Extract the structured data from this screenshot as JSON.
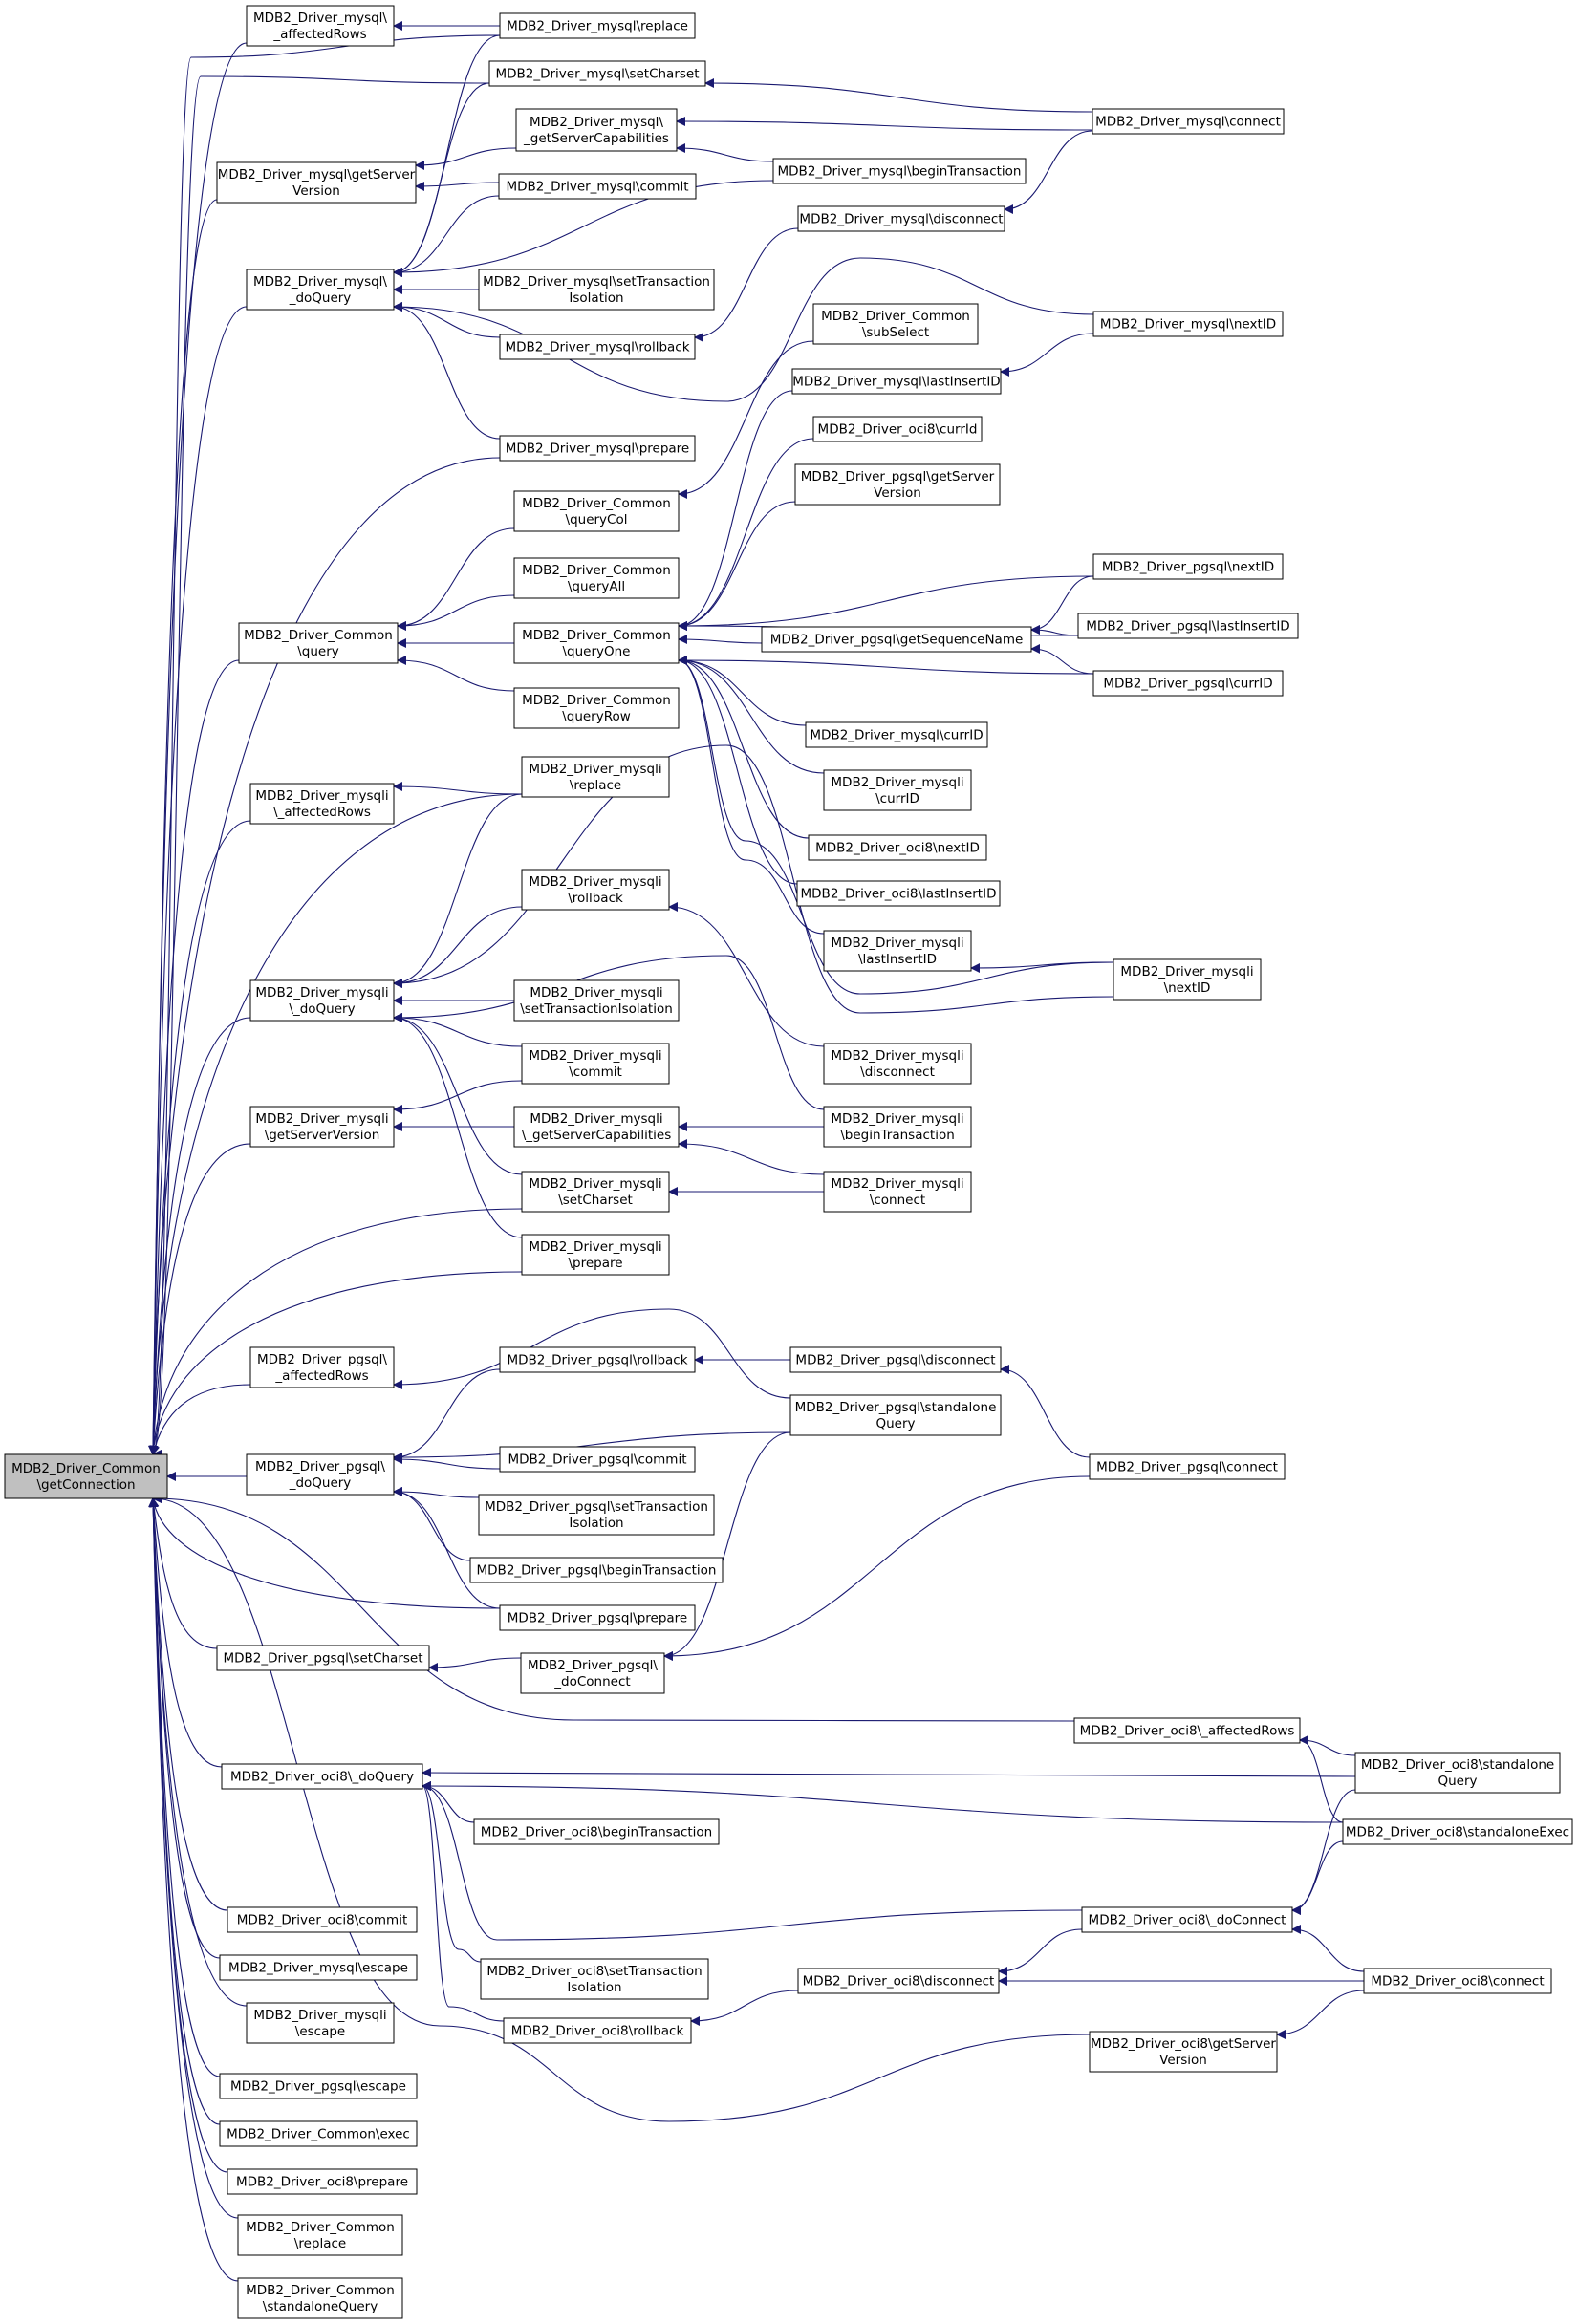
{
  "root": "root",
  "nodes": [
    {
      "id": "root",
      "lines": [
        "MDB2_Driver_Common",
        "\\getConnection"
      ]
    },
    {
      "id": "mysql_affectedRows",
      "lines": [
        "MDB2_Driver_mysql\\",
        "_affectedRows"
      ]
    },
    {
      "id": "mysql_replace",
      "lines": [
        "MDB2_Driver_mysql\\replace"
      ]
    },
    {
      "id": "mysql_setCharset",
      "lines": [
        "MDB2_Driver_mysql\\setCharset"
      ]
    },
    {
      "id": "mysql_getServerCapabilities",
      "lines": [
        "MDB2_Driver_mysql\\",
        "_getServerCapabilities"
      ]
    },
    {
      "id": "mysql_connect",
      "lines": [
        "MDB2_Driver_mysql\\connect"
      ]
    },
    {
      "id": "mysql_getServerVersion",
      "lines": [
        "MDB2_Driver_mysql\\getServer",
        "Version"
      ]
    },
    {
      "id": "mysql_beginTransaction",
      "lines": [
        "MDB2_Driver_mysql\\beginTransaction"
      ]
    },
    {
      "id": "mysql_commit",
      "lines": [
        "MDB2_Driver_mysql\\commit"
      ]
    },
    {
      "id": "mysql_disconnect",
      "lines": [
        "MDB2_Driver_mysql\\disconnect"
      ]
    },
    {
      "id": "mysql_doQuery",
      "lines": [
        "MDB2_Driver_mysql\\",
        "_doQuery"
      ]
    },
    {
      "id": "mysql_setTransactionIsolation",
      "lines": [
        "MDB2_Driver_mysql\\setTransaction",
        "Isolation"
      ]
    },
    {
      "id": "mysql_rollback",
      "lines": [
        "MDB2_Driver_mysql\\rollback"
      ]
    },
    {
      "id": "common_subSelect",
      "lines": [
        "MDB2_Driver_Common",
        "\\subSelect"
      ]
    },
    {
      "id": "mysql_nextID",
      "lines": [
        "MDB2_Driver_mysql\\nextID"
      ]
    },
    {
      "id": "mysql_lastInsertID",
      "lines": [
        "MDB2_Driver_mysql\\lastInsertID"
      ]
    },
    {
      "id": "oci8_currId",
      "lines": [
        "MDB2_Driver_oci8\\currId"
      ]
    },
    {
      "id": "mysql_prepare",
      "lines": [
        "MDB2_Driver_mysql\\prepare"
      ]
    },
    {
      "id": "pgsql_getServerVersion",
      "lines": [
        "MDB2_Driver_pgsql\\getServer",
        "Version"
      ]
    },
    {
      "id": "common_queryCol",
      "lines": [
        "MDB2_Driver_Common",
        "\\queryCol"
      ]
    },
    {
      "id": "common_queryAll",
      "lines": [
        "MDB2_Driver_Common",
        "\\queryAll"
      ]
    },
    {
      "id": "pgsql_nextID",
      "lines": [
        "MDB2_Driver_pgsql\\nextID"
      ]
    },
    {
      "id": "common_query",
      "lines": [
        "MDB2_Driver_Common",
        "\\query"
      ]
    },
    {
      "id": "common_queryOne",
      "lines": [
        "MDB2_Driver_Common",
        "\\queryOne"
      ]
    },
    {
      "id": "pgsql_getSequenceName",
      "lines": [
        "MDB2_Driver_pgsql\\getSequenceName"
      ]
    },
    {
      "id": "pgsql_lastInsertID",
      "lines": [
        "MDB2_Driver_pgsql\\lastInsertID"
      ]
    },
    {
      "id": "pgsql_currID",
      "lines": [
        "MDB2_Driver_pgsql\\currID"
      ]
    },
    {
      "id": "common_queryRow",
      "lines": [
        "MDB2_Driver_Common",
        "\\queryRow"
      ]
    },
    {
      "id": "mysql_currID",
      "lines": [
        "MDB2_Driver_mysql\\currID"
      ]
    },
    {
      "id": "mysqli_affectedRows",
      "lines": [
        "MDB2_Driver_mysqli",
        "\\_affectedRows"
      ]
    },
    {
      "id": "mysqli_replace",
      "lines": [
        "MDB2_Driver_mysqli",
        "\\replace"
      ]
    },
    {
      "id": "mysqli_currID",
      "lines": [
        "MDB2_Driver_mysqli",
        "\\currID"
      ]
    },
    {
      "id": "oci8_nextID",
      "lines": [
        "MDB2_Driver_oci8\\nextID"
      ]
    },
    {
      "id": "mysqli_rollback",
      "lines": [
        "MDB2_Driver_mysqli",
        "\\rollback"
      ]
    },
    {
      "id": "oci8_lastInsertID",
      "lines": [
        "MDB2_Driver_oci8\\lastInsertID"
      ]
    },
    {
      "id": "mysqli_lastInsertID",
      "lines": [
        "MDB2_Driver_mysqli",
        "\\lastInsertID"
      ]
    },
    {
      "id": "mysqli_nextID",
      "lines": [
        "MDB2_Driver_mysqli",
        "\\nextID"
      ]
    },
    {
      "id": "mysqli_doQuery",
      "lines": [
        "MDB2_Driver_mysqli",
        "\\_doQuery"
      ]
    },
    {
      "id": "mysqli_setTransactionIsolation",
      "lines": [
        "MDB2_Driver_mysqli",
        "\\setTransactionIsolation"
      ]
    },
    {
      "id": "mysqli_commit",
      "lines": [
        "MDB2_Driver_mysqli",
        "\\commit"
      ]
    },
    {
      "id": "mysqli_disconnect",
      "lines": [
        "MDB2_Driver_mysqli",
        "\\disconnect"
      ]
    },
    {
      "id": "mysqli_getServerVersion",
      "lines": [
        "MDB2_Driver_mysqli",
        "\\getServerVersion"
      ]
    },
    {
      "id": "mysqli_getServerCapabilities",
      "lines": [
        "MDB2_Driver_mysqli",
        "\\_getServerCapabilities"
      ]
    },
    {
      "id": "mysqli_beginTransaction",
      "lines": [
        "MDB2_Driver_mysqli",
        "\\beginTransaction"
      ]
    },
    {
      "id": "mysqli_setCharset",
      "lines": [
        "MDB2_Driver_mysqli",
        "\\setCharset"
      ]
    },
    {
      "id": "mysqli_connect",
      "lines": [
        "MDB2_Driver_mysqli",
        "\\connect"
      ]
    },
    {
      "id": "mysqli_prepare",
      "lines": [
        "MDB2_Driver_mysqli",
        "\\prepare"
      ]
    },
    {
      "id": "pgsql_affectedRows",
      "lines": [
        "MDB2_Driver_pgsql\\",
        "_affectedRows"
      ]
    },
    {
      "id": "pgsql_rollback",
      "lines": [
        "MDB2_Driver_pgsql\\rollback"
      ]
    },
    {
      "id": "pgsql_disconnect",
      "lines": [
        "MDB2_Driver_pgsql\\disconnect"
      ]
    },
    {
      "id": "pgsql_standaloneQuery",
      "lines": [
        "MDB2_Driver_pgsql\\standalone",
        "Query"
      ]
    },
    {
      "id": "pgsql_doQuery",
      "lines": [
        "MDB2_Driver_pgsql\\",
        "_doQuery"
      ]
    },
    {
      "id": "pgsql_commit",
      "lines": [
        "MDB2_Driver_pgsql\\commit"
      ]
    },
    {
      "id": "pgsql_connect",
      "lines": [
        "MDB2_Driver_pgsql\\connect"
      ]
    },
    {
      "id": "pgsql_setTransactionIsolation",
      "lines": [
        "MDB2_Driver_pgsql\\setTransaction",
        "Isolation"
      ]
    },
    {
      "id": "pgsql_beginTransaction",
      "lines": [
        "MDB2_Driver_pgsql\\beginTransaction"
      ]
    },
    {
      "id": "pgsql_prepare",
      "lines": [
        "MDB2_Driver_pgsql\\prepare"
      ]
    },
    {
      "id": "pgsql_setCharset",
      "lines": [
        "MDB2_Driver_pgsql\\setCharset"
      ]
    },
    {
      "id": "pgsql_doConnect",
      "lines": [
        "MDB2_Driver_pgsql\\",
        "_doConnect"
      ]
    },
    {
      "id": "oci8_affectedRows",
      "lines": [
        "MDB2_Driver_oci8\\_affectedRows"
      ]
    },
    {
      "id": "oci8_doQuery",
      "lines": [
        "MDB2_Driver_oci8\\_doQuery"
      ]
    },
    {
      "id": "oci8_standaloneQuery",
      "lines": [
        "MDB2_Driver_oci8\\standalone",
        "Query"
      ]
    },
    {
      "id": "oci8_standaloneExec",
      "lines": [
        "MDB2_Driver_oci8\\standaloneExec"
      ]
    },
    {
      "id": "oci8_beginTransaction",
      "lines": [
        "MDB2_Driver_oci8\\beginTransaction"
      ]
    },
    {
      "id": "oci8_commit",
      "lines": [
        "MDB2_Driver_oci8\\commit"
      ]
    },
    {
      "id": "oci8_doConnect",
      "lines": [
        "MDB2_Driver_oci8\\_doConnect"
      ]
    },
    {
      "id": "mysql_escape",
      "lines": [
        "MDB2_Driver_mysql\\escape"
      ]
    },
    {
      "id": "oci8_setTransactionIsolation",
      "lines": [
        "MDB2_Driver_oci8\\setTransaction",
        "Isolation"
      ]
    },
    {
      "id": "oci8_disconnect",
      "lines": [
        "MDB2_Driver_oci8\\disconnect"
      ]
    },
    {
      "id": "oci8_connect",
      "lines": [
        "MDB2_Driver_oci8\\connect"
      ]
    },
    {
      "id": "mysqli_escape",
      "lines": [
        "MDB2_Driver_mysqli",
        "\\escape"
      ]
    },
    {
      "id": "oci8_rollback",
      "lines": [
        "MDB2_Driver_oci8\\rollback"
      ]
    },
    {
      "id": "oci8_getServerVersion",
      "lines": [
        "MDB2_Driver_oci8\\getServer",
        "Version"
      ]
    },
    {
      "id": "pgsql_escape",
      "lines": [
        "MDB2_Driver_pgsql\\escape"
      ]
    },
    {
      "id": "common_exec",
      "lines": [
        "MDB2_Driver_Common\\exec"
      ]
    },
    {
      "id": "oci8_prepare",
      "lines": [
        "MDB2_Driver_oci8\\prepare"
      ]
    },
    {
      "id": "common_replace",
      "lines": [
        "MDB2_Driver_Common",
        "\\replace"
      ]
    },
    {
      "id": "common_standaloneQuery",
      "lines": [
        "MDB2_Driver_Common",
        "\\standaloneQuery"
      ]
    }
  ],
  "edges": [
    [
      "root",
      "mysql_affectedRows"
    ],
    [
      "root",
      "mysql_replace"
    ],
    [
      "root",
      "mysql_setCharset"
    ],
    [
      "root",
      "mysql_getServerVersion"
    ],
    [
      "root",
      "mysql_doQuery"
    ],
    [
      "root",
      "mysql_prepare"
    ],
    [
      "root",
      "common_query"
    ],
    [
      "root",
      "mysqli_affectedRows"
    ],
    [
      "root",
      "mysqli_replace"
    ],
    [
      "root",
      "mysqli_doQuery"
    ],
    [
      "root",
      "mysqli_getServerVersion"
    ],
    [
      "root",
      "mysqli_setCharset"
    ],
    [
      "root",
      "mysqli_prepare"
    ],
    [
      "root",
      "pgsql_affectedRows"
    ],
    [
      "root",
      "pgsql_doQuery"
    ],
    [
      "root",
      "pgsql_prepare"
    ],
    [
      "root",
      "pgsql_setCharset"
    ],
    [
      "root",
      "oci8_affectedRows"
    ],
    [
      "root",
      "oci8_doQuery"
    ],
    [
      "root",
      "oci8_commit"
    ],
    [
      "root",
      "mysql_escape"
    ],
    [
      "root",
      "mysqli_escape"
    ],
    [
      "root",
      "oci8_getServerVersion"
    ],
    [
      "root",
      "pgsql_escape"
    ],
    [
      "root",
      "common_exec"
    ],
    [
      "root",
      "oci8_prepare"
    ],
    [
      "root",
      "common_replace"
    ],
    [
      "root",
      "common_standaloneQuery"
    ],
    [
      "mysql_affectedRows",
      "mysql_replace"
    ],
    [
      "mysql_getServerVersion",
      "mysql_getServerCapabilities"
    ],
    [
      "mysql_getServerVersion",
      "mysql_commit"
    ],
    [
      "mysql_getServerCapabilities",
      "mysql_connect"
    ],
    [
      "mysql_getServerCapabilities",
      "mysql_beginTransaction"
    ],
    [
      "mysql_setCharset",
      "mysql_connect"
    ],
    [
      "mysql_doQuery",
      "mysql_replace"
    ],
    [
      "mysql_doQuery",
      "mysql_setCharset"
    ],
    [
      "mysql_doQuery",
      "mysql_commit"
    ],
    [
      "mysql_doQuery",
      "mysql_beginTransaction"
    ],
    [
      "mysql_doQuery",
      "mysql_setTransactionIsolation"
    ],
    [
      "mysql_doQuery",
      "mysql_rollback"
    ],
    [
      "mysql_doQuery",
      "mysql_nextID"
    ],
    [
      "mysql_doQuery",
      "mysql_prepare"
    ],
    [
      "mysql_rollback",
      "mysql_disconnect"
    ],
    [
      "mysql_disconnect",
      "mysql_connect"
    ],
    [
      "mysql_lastInsertID",
      "mysql_nextID"
    ],
    [
      "common_query",
      "common_queryCol"
    ],
    [
      "common_query",
      "common_queryAll"
    ],
    [
      "common_query",
      "common_queryOne"
    ],
    [
      "common_query",
      "common_queryRow"
    ],
    [
      "common_queryCol",
      "common_subSelect"
    ],
    [
      "common_queryOne",
      "mysql_lastInsertID"
    ],
    [
      "common_queryOne",
      "oci8_currId"
    ],
    [
      "common_queryOne",
      "pgsql_getServerVersion"
    ],
    [
      "common_queryOne",
      "pgsql_nextID"
    ],
    [
      "common_queryOne",
      "pgsql_getSequenceName"
    ],
    [
      "common_queryOne",
      "pgsql_lastInsertID"
    ],
    [
      "common_queryOne",
      "pgsql_currID"
    ],
    [
      "common_queryOne",
      "mysql_currID"
    ],
    [
      "common_queryOne",
      "mysqli_currID"
    ],
    [
      "common_queryOne",
      "oci8_nextID"
    ],
    [
      "common_queryOne",
      "oci8_lastInsertID"
    ],
    [
      "common_queryOne",
      "mysqli_lastInsertID"
    ],
    [
      "common_queryOne",
      "mysqli_nextID"
    ],
    [
      "pgsql_getSequenceName",
      "pgsql_nextID"
    ],
    [
      "pgsql_getSequenceName",
      "pgsql_lastInsertID"
    ],
    [
      "pgsql_getSequenceName",
      "pgsql_currID"
    ],
    [
      "mysqli_lastInsertID",
      "mysqli_nextID"
    ],
    [
      "mysqli_affectedRows",
      "mysqli_replace"
    ],
    [
      "mysqli_doQuery",
      "mysqli_replace"
    ],
    [
      "mysqli_doQuery",
      "mysqli_rollback"
    ],
    [
      "mysqli_doQuery",
      "mysqli_setTransactionIsolation"
    ],
    [
      "mysqli_doQuery",
      "mysqli_commit"
    ],
    [
      "mysqli_doQuery",
      "mysqli_setCharset"
    ],
    [
      "mysqli_doQuery",
      "mysqli_prepare"
    ],
    [
      "mysqli_doQuery",
      "mysqli_beginTransaction"
    ],
    [
      "mysqli_doQuery",
      "mysqli_nextID"
    ],
    [
      "mysqli_rollback",
      "mysqli_disconnect"
    ],
    [
      "mysqli_getServerVersion",
      "mysqli_commit"
    ],
    [
      "mysqli_getServerVersion",
      "mysqli_getServerCapabilities"
    ],
    [
      "mysqli_getServerCapabilities",
      "mysqli_beginTransaction"
    ],
    [
      "mysqli_getServerCapabilities",
      "mysqli_connect"
    ],
    [
      "mysqli_setCharset",
      "mysqli_connect"
    ],
    [
      "pgsql_affectedRows",
      "pgsql_standaloneQuery"
    ],
    [
      "pgsql_doQuery",
      "pgsql_rollback"
    ],
    [
      "pgsql_doQuery",
      "pgsql_standaloneQuery"
    ],
    [
      "pgsql_doQuery",
      "pgsql_commit"
    ],
    [
      "pgsql_doQuery",
      "pgsql_setTransactionIsolation"
    ],
    [
      "pgsql_doQuery",
      "pgsql_beginTransaction"
    ],
    [
      "pgsql_doQuery",
      "pgsql_prepare"
    ],
    [
      "pgsql_rollback",
      "pgsql_disconnect"
    ],
    [
      "pgsql_disconnect",
      "pgsql_connect"
    ],
    [
      "pgsql_setCharset",
      "pgsql_doConnect"
    ],
    [
      "pgsql_doConnect",
      "pgsql_standaloneQuery"
    ],
    [
      "pgsql_doConnect",
      "pgsql_connect"
    ],
    [
      "oci8_affectedRows",
      "oci8_standaloneQuery"
    ],
    [
      "oci8_affectedRows",
      "oci8_standaloneExec"
    ],
    [
      "oci8_doQuery",
      "oci8_standaloneQuery"
    ],
    [
      "oci8_doQuery",
      "oci8_standaloneExec"
    ],
    [
      "oci8_doQuery",
      "oci8_beginTransaction"
    ],
    [
      "oci8_doQuery",
      "oci8_doConnect"
    ],
    [
      "oci8_doQuery",
      "oci8_setTransactionIsolation"
    ],
    [
      "oci8_doQuery",
      "oci8_rollback"
    ],
    [
      "oci8_doConnect",
      "oci8_standaloneQuery"
    ],
    [
      "oci8_doConnect",
      "oci8_standaloneExec"
    ],
    [
      "oci8_doConnect",
      "oci8_connect"
    ],
    [
      "oci8_rollback",
      "oci8_disconnect"
    ],
    [
      "oci8_disconnect",
      "oci8_doConnect"
    ],
    [
      "oci8_disconnect",
      "oci8_connect"
    ],
    [
      "oci8_getServerVersion",
      "oci8_connect"
    ]
  ]
}
